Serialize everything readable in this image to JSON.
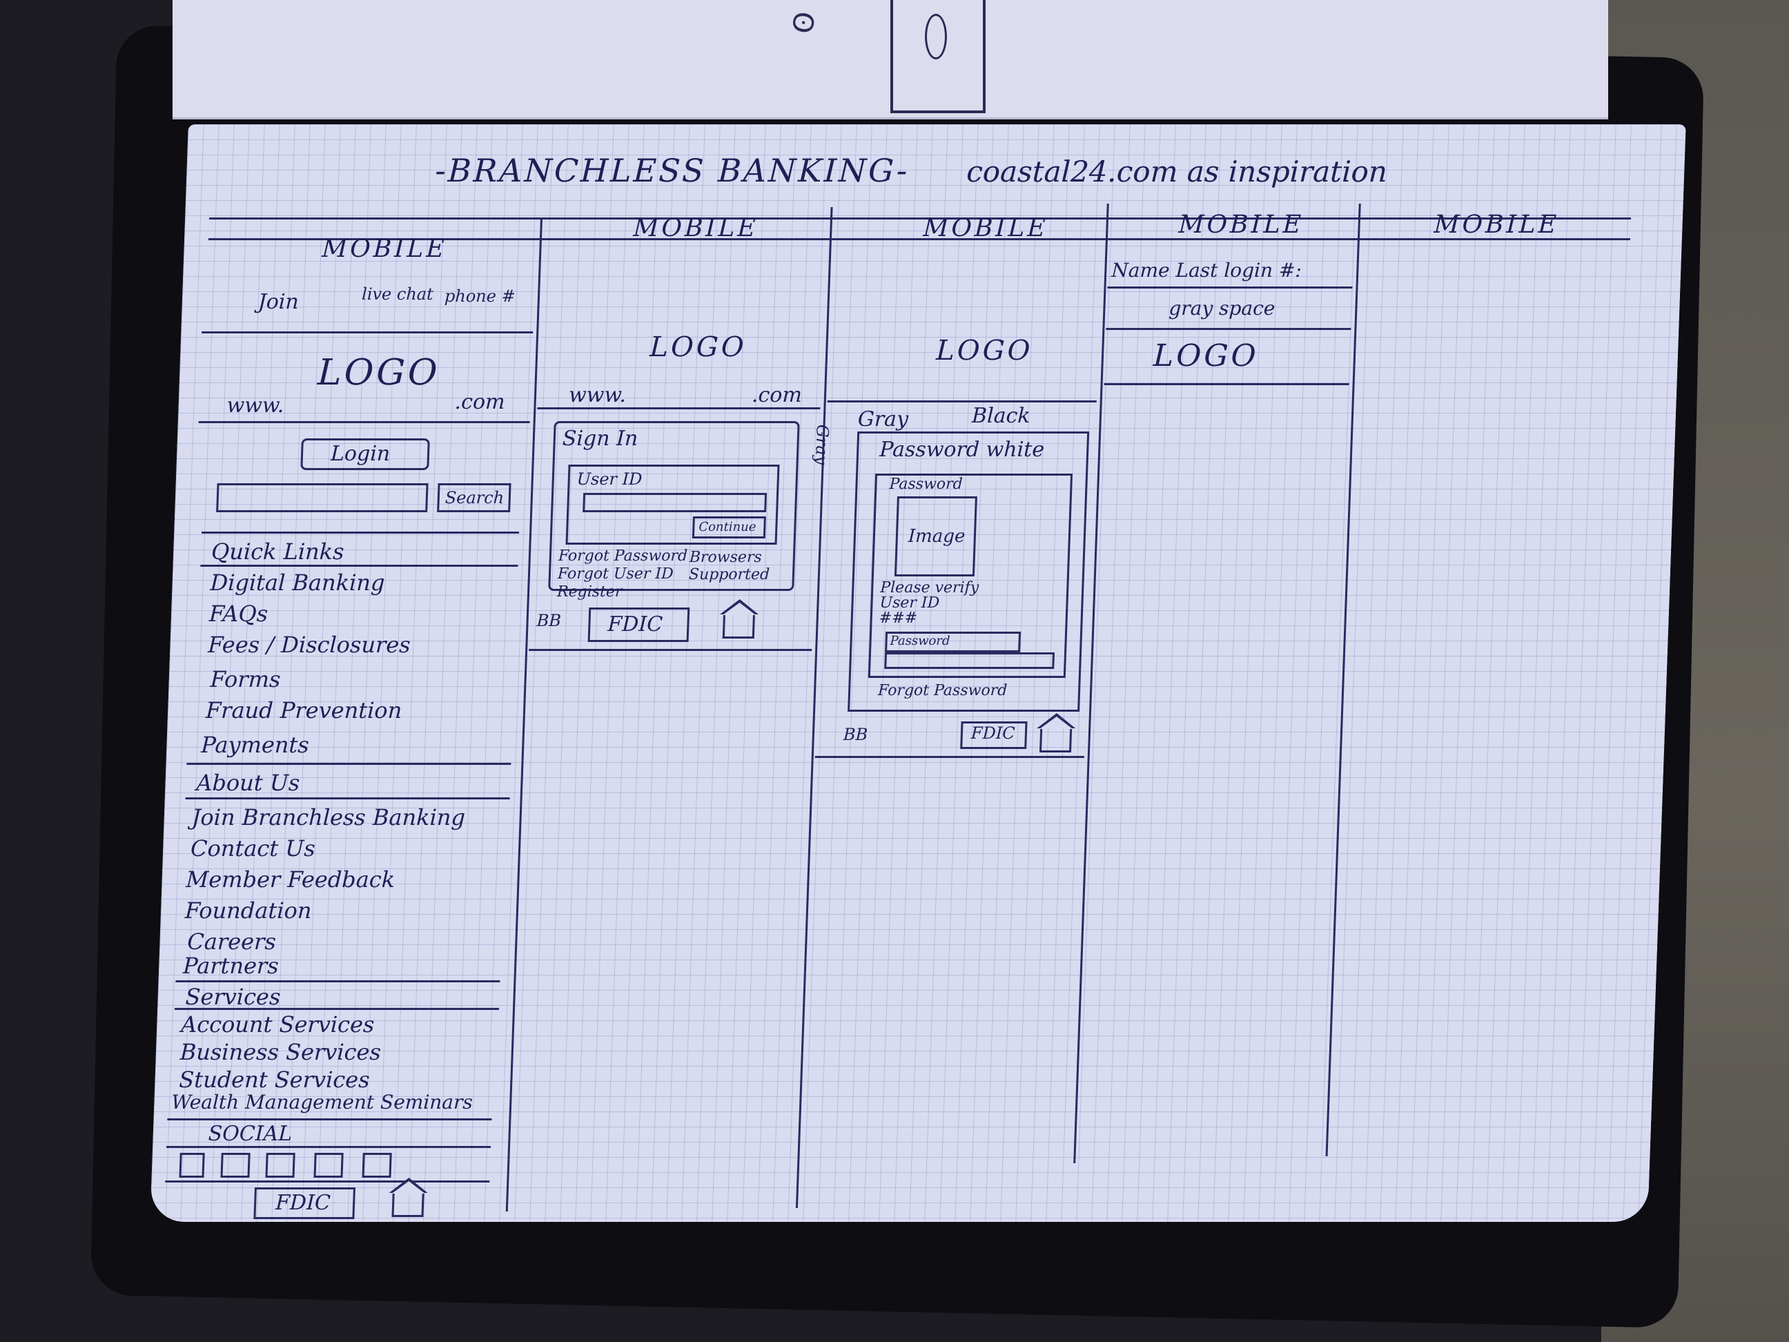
{
  "header": {
    "title": "-BRANCHLESS BANKING-",
    "inspiration": "coastal24.com as inspiration"
  },
  "columns": [
    {
      "label": "MOBILE"
    },
    {
      "label": "MOBILE"
    },
    {
      "label": "MOBILE"
    },
    {
      "label": "MOBILE"
    },
    {
      "label": "MOBILE"
    }
  ],
  "col1": {
    "top_links": [
      "Join",
      "live chat",
      "phone #"
    ],
    "logo": "LOGO",
    "url_prefix": "www.",
    "url_suffix": ".com",
    "login_button": "Login",
    "search_button": "Search",
    "quick_links": [
      "Quick Links",
      "Digital Banking",
      "FAQs",
      "Fees / Disclosures",
      "Forms",
      "Fraud Prevention",
      "Payments"
    ],
    "about_links": [
      "About Us",
      "Join Branchless Banking",
      "Contact Us",
      "Member Feedback",
      "Foundation",
      "Careers",
      "Partners"
    ],
    "services_links": [
      "Services",
      "Account Services",
      "Business Services",
      "Student Services",
      "Wealth Management Seminars"
    ],
    "social_label": "SOCIAL",
    "fdic": "FDIC"
  },
  "col2": {
    "logo": "LOGO",
    "url_prefix": "www.",
    "url_suffix": ".com",
    "sign_in": "Sign In",
    "user_id": "User ID",
    "continue": "Continue",
    "side_note": "Gray",
    "forgot_password": "Forgot Password",
    "forgot_user_id": "Forgot User ID",
    "register": "Register",
    "browsers": "Browsers Supported",
    "fdic": "FDIC",
    "badge": "BB"
  },
  "col3": {
    "logo": "LOGO",
    "gray_label": "Gray",
    "black_label": "Black",
    "password_white": "Password white",
    "password_header": "Password",
    "image_label": "Image",
    "please_verify": "Please verify",
    "user_id": "User ID",
    "hidden": "###",
    "password_field": "Password",
    "forgot_password": "Forgot Password",
    "fdic": "FDIC",
    "badge": "BB"
  },
  "col4": {
    "name_line": "Name  Last login #:",
    "gray_space": "gray space",
    "logo": "LOGO"
  }
}
